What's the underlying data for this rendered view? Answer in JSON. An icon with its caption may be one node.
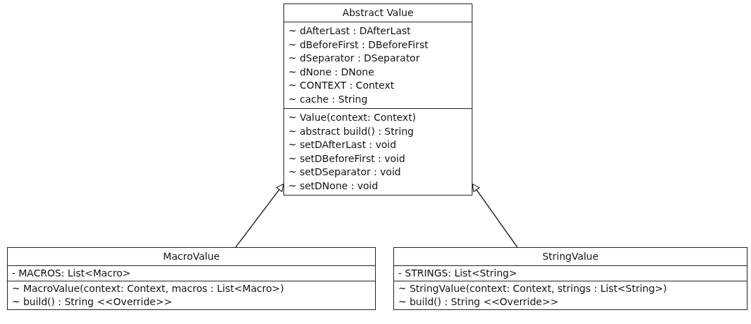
{
  "diagram": {
    "nodes": [
      {
        "text": [
          "Abstract Value"
        ]
      },
      {
        "text": [
          "~ dAfterLast : DAfterLast",
          "~ dBeforeFirst : DBeforeFirst",
          "~ dSeparator : DSeparator",
          "~ dNone : DNone",
          "~ CONTEXT : Context",
          "~ cache : String"
        ],
        "in": 0
      },
      {
        "text": [
          "~ Value(context: Context)",
          "~ abstract build() : String",
          "~ setDAfterLast : void",
          "~ setDBeforeFirst : void",
          "~ setDSeparator : void",
          "~ setDNone : void"
        ],
        "in": 0
      },
      {
        "text": [
          "MacroValue"
        ]
      },
      {
        "text": [
          "- MACROS: List<Macro>"
        ],
        "in": 3
      },
      {
        "text": [
          "~ MacroValue(context: Context, macros : List<Macro>)",
          "~ build() : String <<Override>>"
        ],
        "in": 3
      },
      {
        "text": [
          "StringValue"
        ]
      },
      {
        "text": [
          "- STRINGS: List<String>"
        ],
        "in": 6
      },
      {
        "text": [
          "~ StringValue(context: Context, strings : List<String>)",
          "~ build() : String <<Override>>"
        ],
        "in": 6
      }
    ],
    "edges": [
      {
        "from": 3,
        "to": 0,
        "arrow": "to"
      },
      {
        "from": 6,
        "to": 0,
        "arrow": "to"
      }
    ]
  }
}
